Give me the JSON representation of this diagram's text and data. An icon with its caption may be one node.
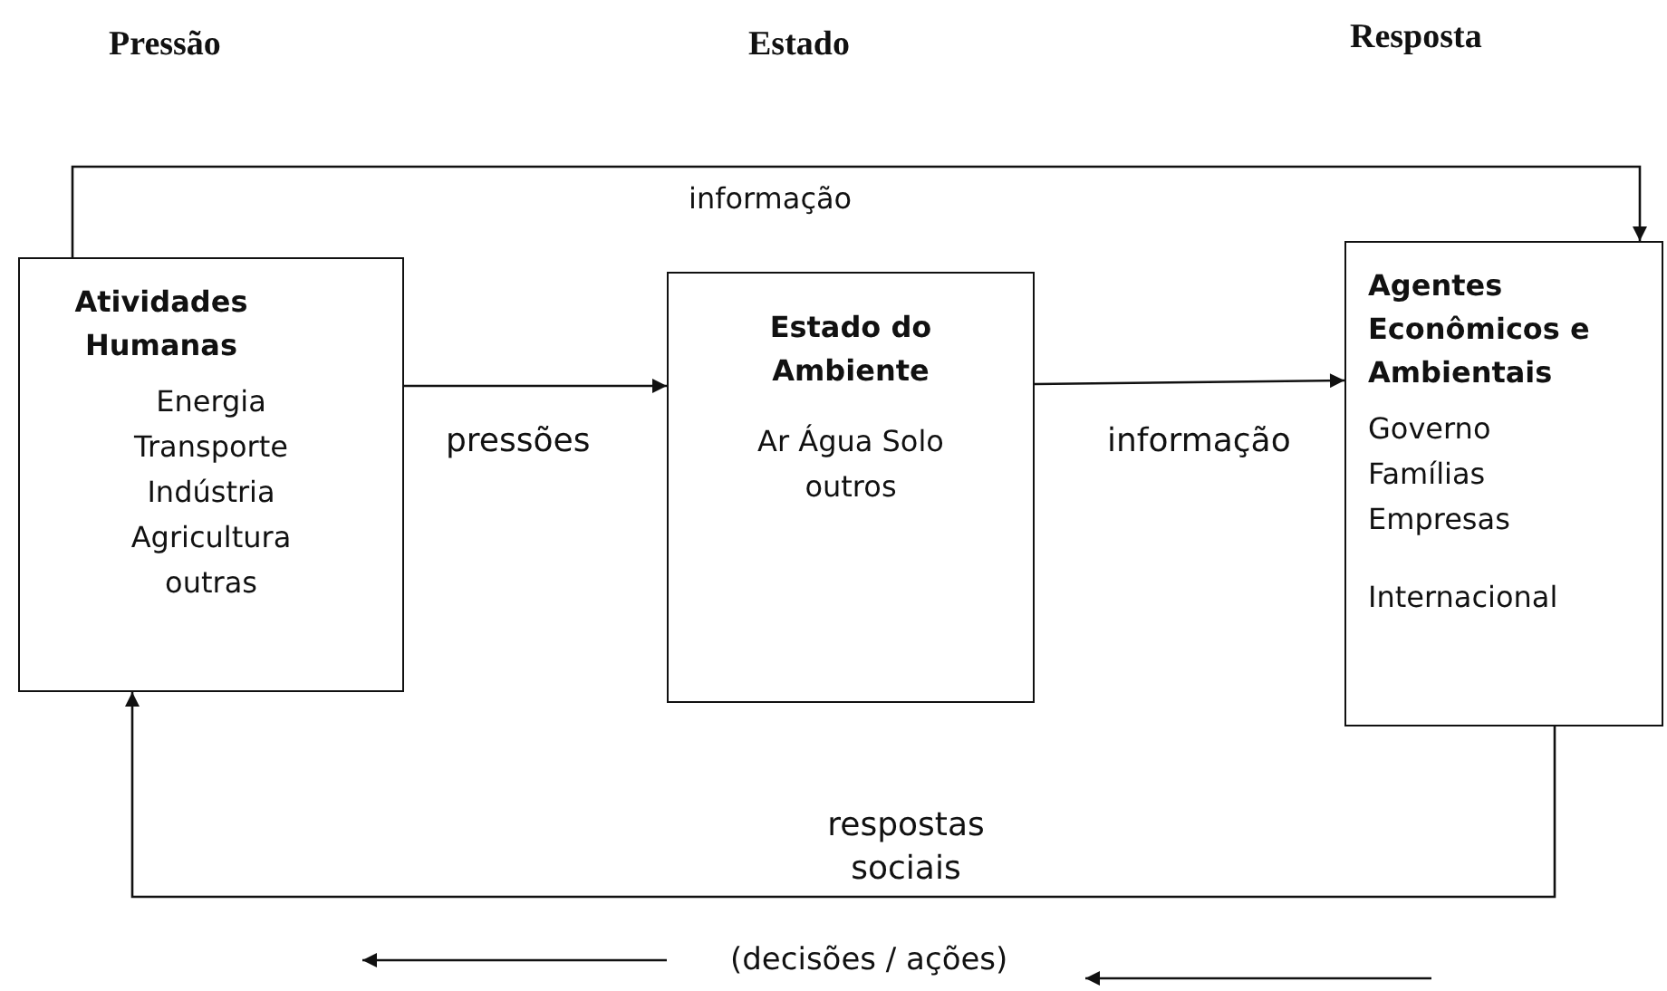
{
  "diagram": {
    "nodes": [
      {
        "text": [
          "Atividades Humanas",
          "Energia Transporte Indústria Agricultura outras"
        ]
      },
      {
        "text": [
          "Estado do Ambiente",
          "Ar Água Solo outros"
        ]
      },
      {
        "text": [
          "Agentes Econômicos e Ambientais",
          "Governo Famílias Empresas",
          "Internacional"
        ]
      },
      {
        "text": [
          "(decisões / ações)"
        ]
      }
    ],
    "edges": [
      {
        "from": 0,
        "to": 2,
        "arrow": "to",
        "label": "informação"
      },
      {
        "from": 0,
        "to": 1,
        "arrow": "to",
        "label": "pressões"
      },
      {
        "from": 1,
        "to": 2,
        "arrow": "to",
        "label": "informação"
      },
      {
        "from": 2,
        "to": 0,
        "arrow": "to",
        "label": "respostas sociais"
      },
      {
        "from": null,
        "to": 3,
        "arrow": "to"
      },
      {
        "from": 3,
        "to": null,
        "arrow": "to"
      }
    ],
    "labels": [
      "Pressão",
      "Estado",
      "Resposta"
    ]
  }
}
